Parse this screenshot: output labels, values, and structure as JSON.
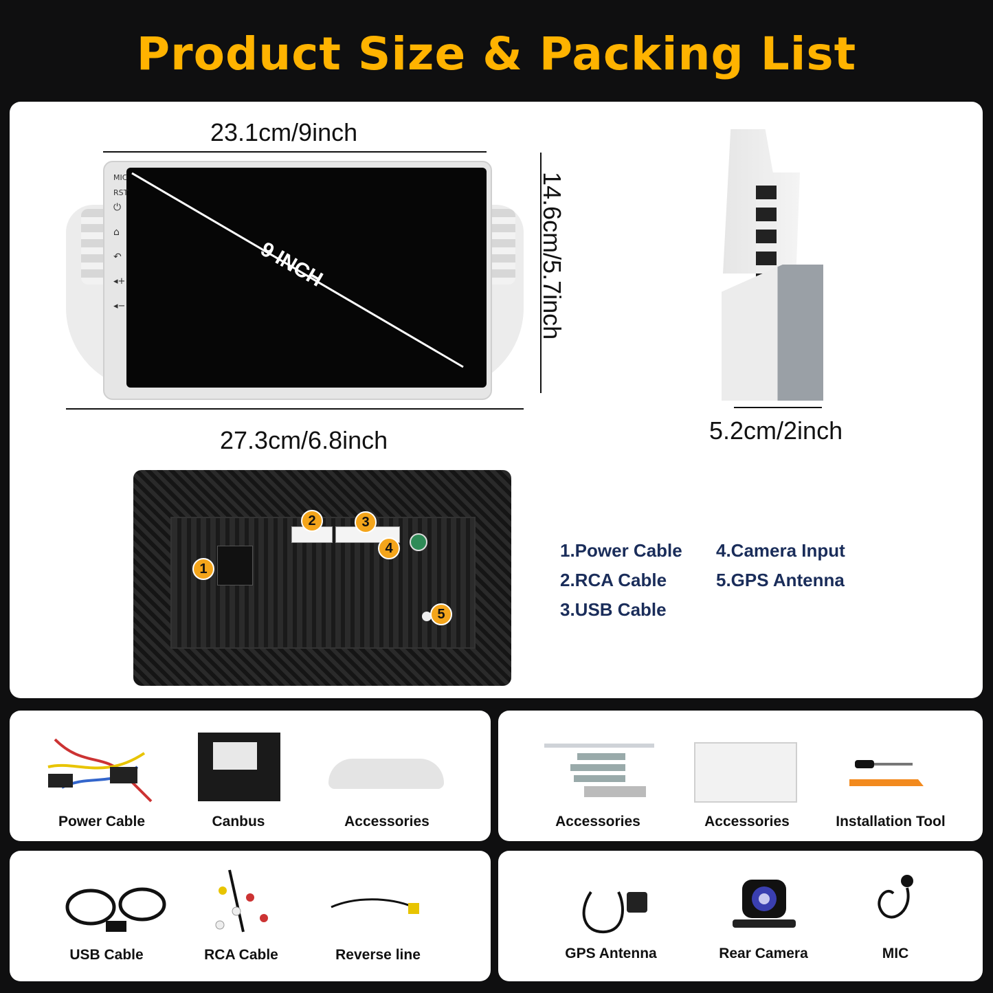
{
  "title": "Product Size & Packing List",
  "dimensions": {
    "screen_width": "23.1cm/9inch",
    "frame_width": "27.3cm/6.8inch",
    "height": "14.6cm/5.7inch",
    "depth": "5.2cm/2inch",
    "diagonal": "9 INCH"
  },
  "radio_side_buttons": [
    "MIC",
    "RST"
  ],
  "rear_badges": [
    "1",
    "2",
    "3",
    "4",
    "5"
  ],
  "connector_legend": [
    "1.Power Cable",
    "2.RCA Cable",
    "3.USB Cable",
    "4.Camera Input",
    "5.GPS Antenna"
  ],
  "packing_groups": [
    {
      "items": [
        "Power Cable",
        "Canbus",
        "Accessories"
      ]
    },
    {
      "items": [
        "Accessories",
        "Accessories",
        "Installation Tool"
      ]
    },
    {
      "items": [
        "USB Cable",
        "RCA Cable",
        "Reverse line"
      ]
    },
    {
      "items": [
        "GPS Antenna",
        "Rear Camera",
        "MIC"
      ]
    }
  ]
}
